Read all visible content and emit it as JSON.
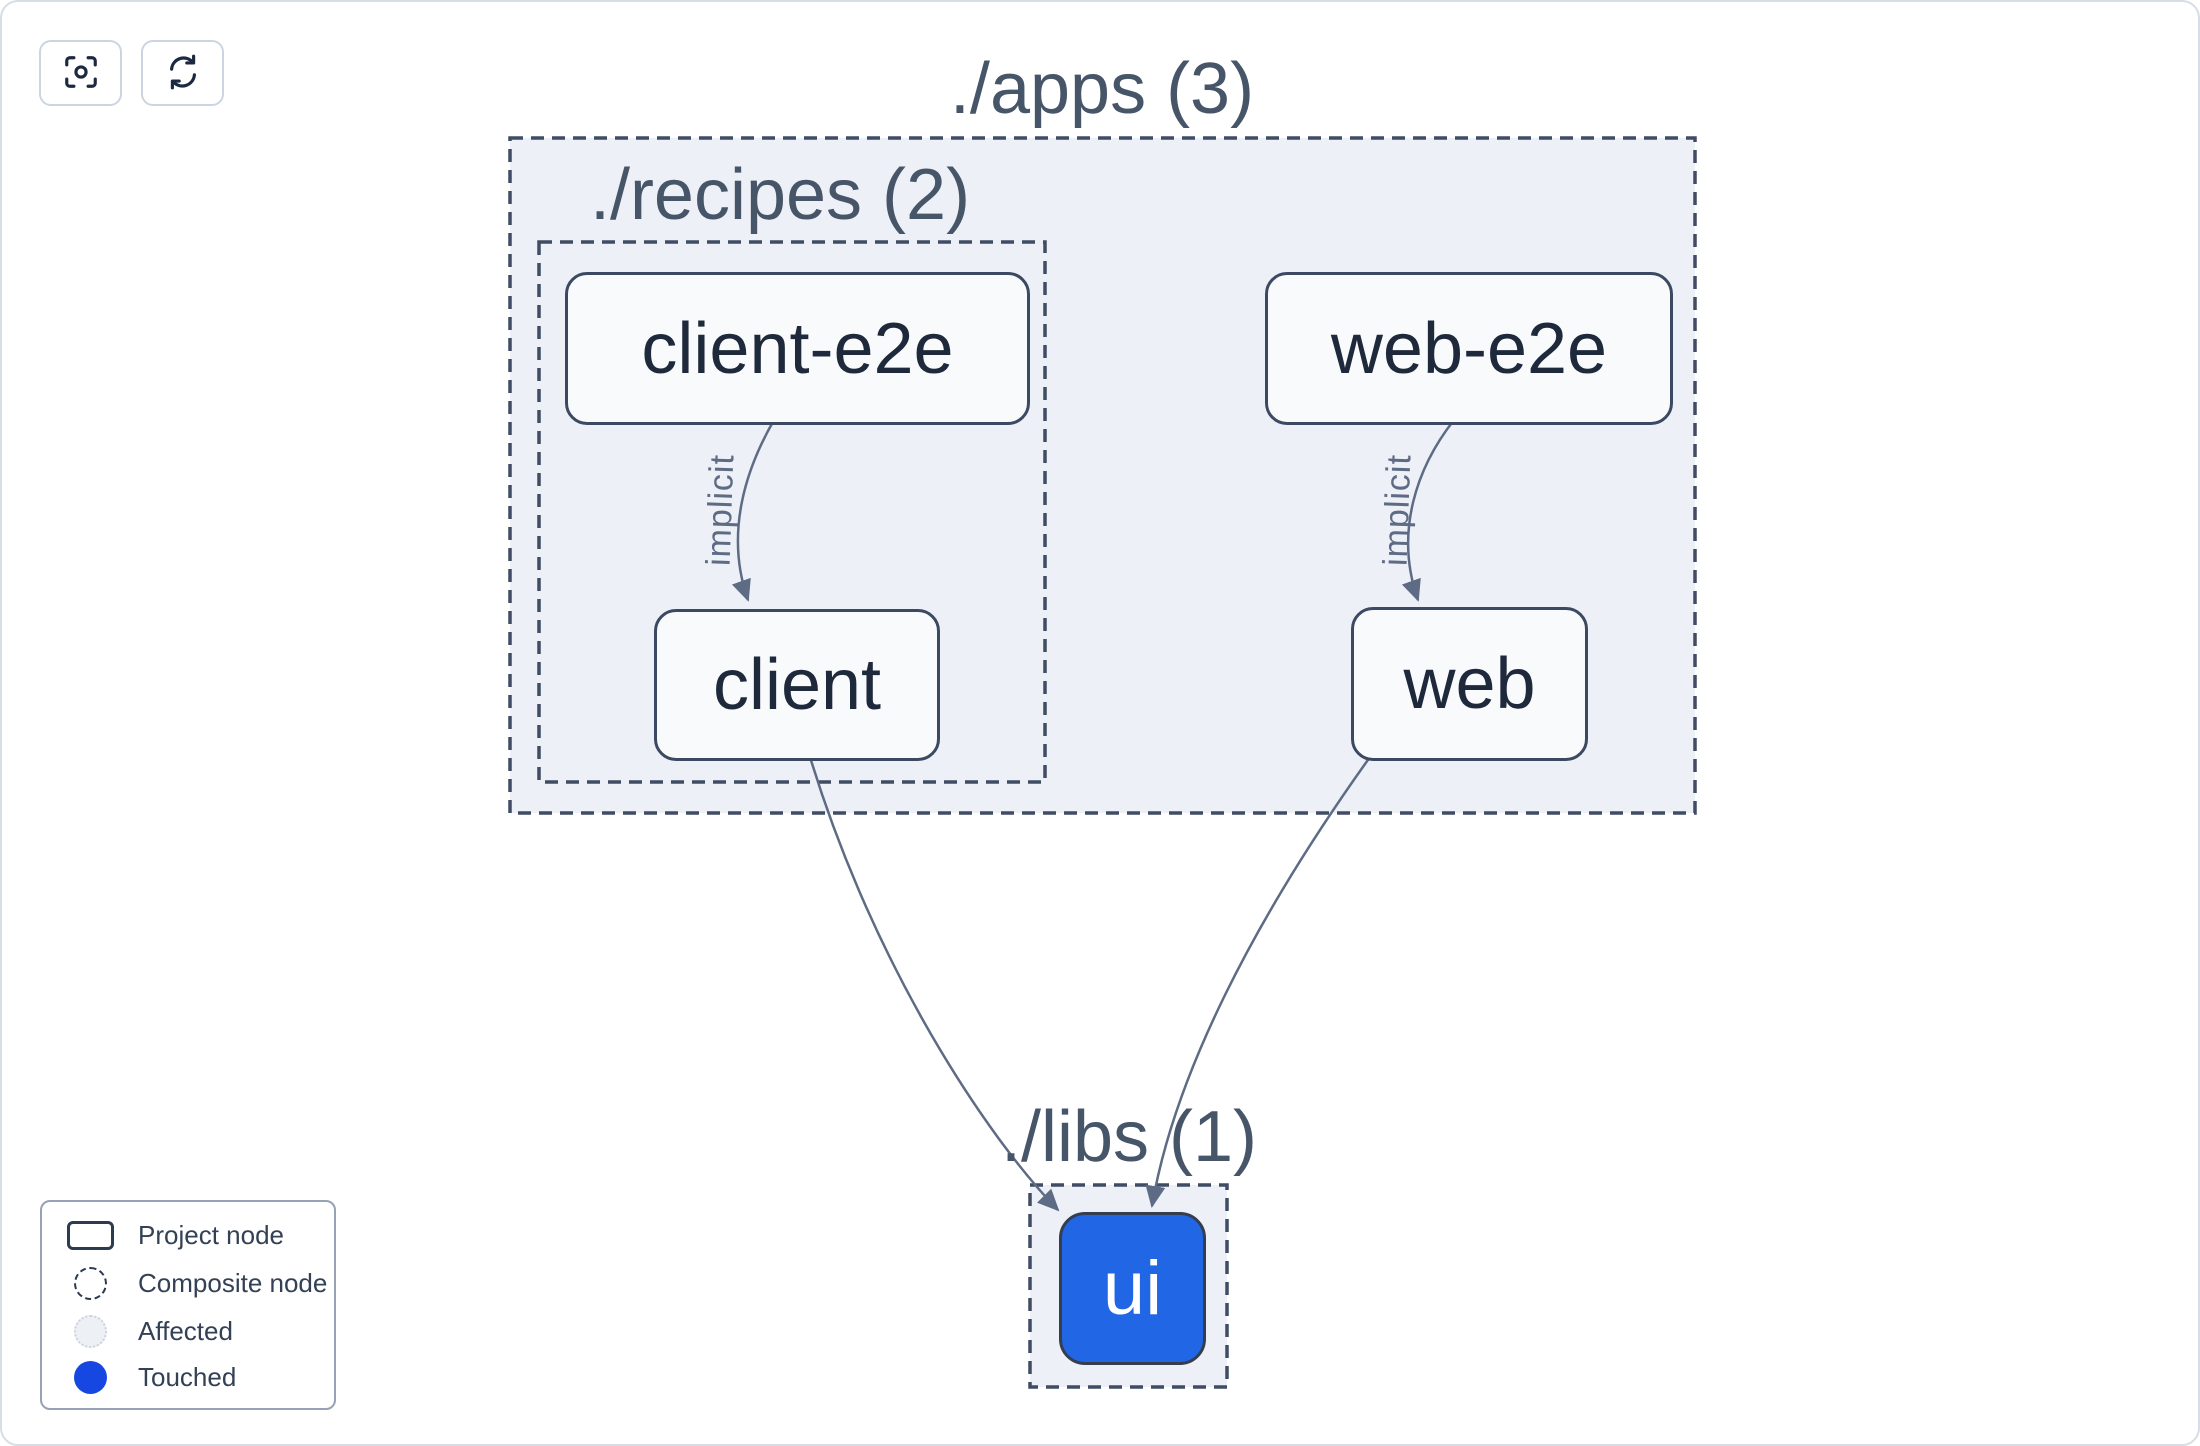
{
  "toolbar": {
    "buttons": [
      {
        "name": "center-graph",
        "icon": "focus-icon"
      },
      {
        "name": "refresh-graph",
        "icon": "refresh-icon"
      }
    ]
  },
  "graph": {
    "containers": [
      {
        "id": "apps",
        "label": "./apps (3)",
        "count": 3
      },
      {
        "id": "recipes",
        "label": "./recipes (2)",
        "count": 2
      },
      {
        "id": "libs",
        "label": "./libs (1)",
        "count": 1
      }
    ],
    "nodes": [
      {
        "id": "client-e2e",
        "label": "client-e2e",
        "parent": "recipes",
        "state": "default"
      },
      {
        "id": "web-e2e",
        "label": "web-e2e",
        "parent": "apps",
        "state": "default"
      },
      {
        "id": "client",
        "label": "client",
        "parent": "recipes",
        "state": "default"
      },
      {
        "id": "web",
        "label": "web",
        "parent": "apps",
        "state": "default"
      },
      {
        "id": "ui",
        "label": "ui",
        "parent": "libs",
        "state": "touched"
      }
    ],
    "edges": [
      {
        "from": "client-e2e",
        "to": "client",
        "label": "implicit"
      },
      {
        "from": "web-e2e",
        "to": "web",
        "label": "implicit"
      },
      {
        "from": "client",
        "to": "ui",
        "label": ""
      },
      {
        "from": "web",
        "to": "ui",
        "label": ""
      }
    ]
  },
  "legend": {
    "items": [
      {
        "swatch": "project-node-swatch",
        "label": "Project node"
      },
      {
        "swatch": "composite-node-swatch",
        "label": "Composite node"
      },
      {
        "swatch": "affected-swatch",
        "label": "Affected"
      },
      {
        "swatch": "touched-swatch",
        "label": "Touched"
      }
    ]
  },
  "colors": {
    "accent-blue": "#2166e5",
    "touched-blue": "#1747e1",
    "container-fill": "#edf0f6",
    "node-fill": "#f9fafc",
    "border-slate": "#3f4c63",
    "edge-slate": "#5e6b85",
    "text-dark": "#1e293b",
    "title-slate": "#475569"
  }
}
